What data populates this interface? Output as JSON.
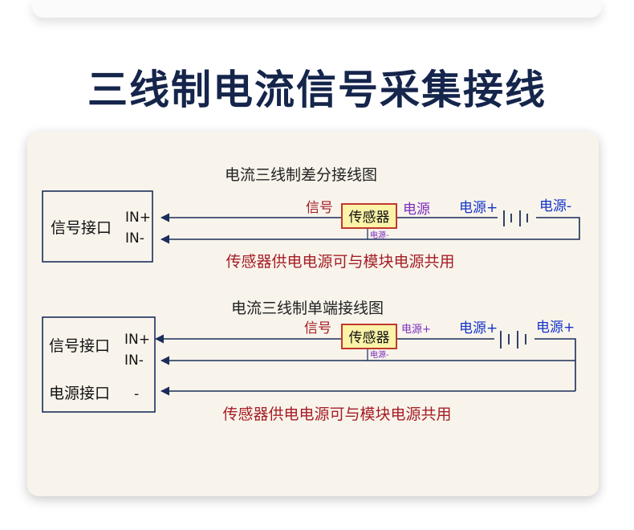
{
  "title": "三线制电流信号采集接线",
  "diagram1": {
    "heading": "电流三线制差分接线图",
    "port_label": "信号接口",
    "in_plus": "IN+",
    "in_minus": "IN-",
    "signal_label": "信号",
    "sensor_label": "传感器",
    "sensor_power_label": "电源",
    "power_plus": "电源+",
    "power_minus": "电源-",
    "sensor_power_minus": "电源-",
    "note": "传感器供电电源可与模块电源共用"
  },
  "diagram2": {
    "heading": "电流三线制单端接线图",
    "port_label": "信号接口",
    "in_plus": "IN+",
    "in_minus": "IN-",
    "power_port_label": "电源接口",
    "power_port_minus": "-",
    "signal_label": "信号",
    "sensor_label": "传感器",
    "sensor_power_plus": "电源+",
    "power_plus": "电源+",
    "power_plus_right": "电源+",
    "sensor_power_minus": "电源-",
    "note": "传感器供电电源可与模块电源共用"
  },
  "colors": {
    "title": "#15254b",
    "wire": "#1b2d5a",
    "red_text": "#a51d24",
    "purple_text": "#7b2cbf",
    "blue_text": "#1433c8",
    "sensor_fill": "#fbf3a8",
    "sensor_border": "#c0392b"
  }
}
